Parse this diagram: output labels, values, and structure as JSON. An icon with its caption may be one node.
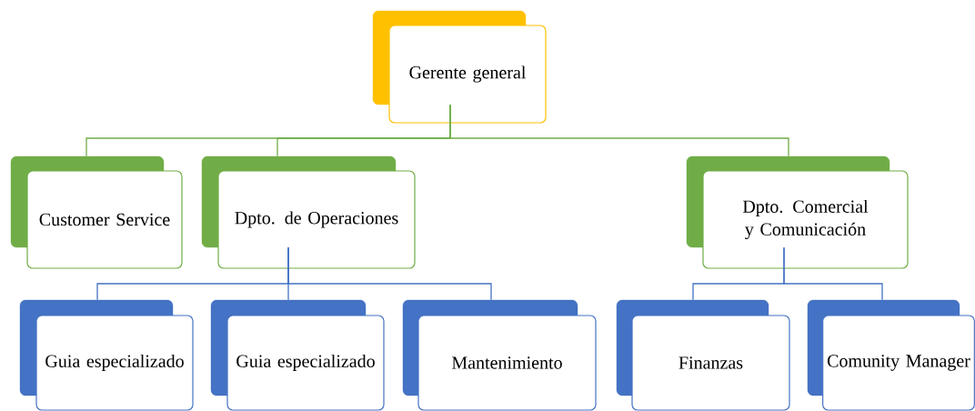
{
  "diagram": {
    "nodes": [
      {
        "text": [
          "Gerente general"
        ]
      },
      {
        "text": [
          "Customer Service"
        ]
      },
      {
        "text": [
          "Dpto. de Operaciones"
        ]
      },
      {
        "text": [
          "Dpto. Comercial y Comunicación"
        ]
      },
      {
        "text": [
          "Guia especializado"
        ]
      },
      {
        "text": [
          "Guia especializado"
        ]
      },
      {
        "text": [
          "Mantenimiento"
        ]
      },
      {
        "text": [
          "Finanzas"
        ]
      },
      {
        "text": [
          "Comunity Manager"
        ]
      }
    ],
    "edges": [
      {
        "from": 0,
        "to": 1,
        "arrow": "none",
        "color": "#70ad47"
      },
      {
        "from": 0,
        "to": 2,
        "arrow": "none",
        "color": "#70ad47"
      },
      {
        "from": 0,
        "to": 3,
        "arrow": "none",
        "color": "#70ad47"
      },
      {
        "from": 2,
        "to": 4,
        "arrow": "none"
      },
      {
        "from": 2,
        "to": 5,
        "arrow": "none"
      },
      {
        "from": 2,
        "to": 6,
        "arrow": "none"
      },
      {
        "from": 3,
        "to": 7,
        "arrow": "none"
      },
      {
        "from": 3,
        "to": 8,
        "arrow": "none"
      }
    ]
  }
}
